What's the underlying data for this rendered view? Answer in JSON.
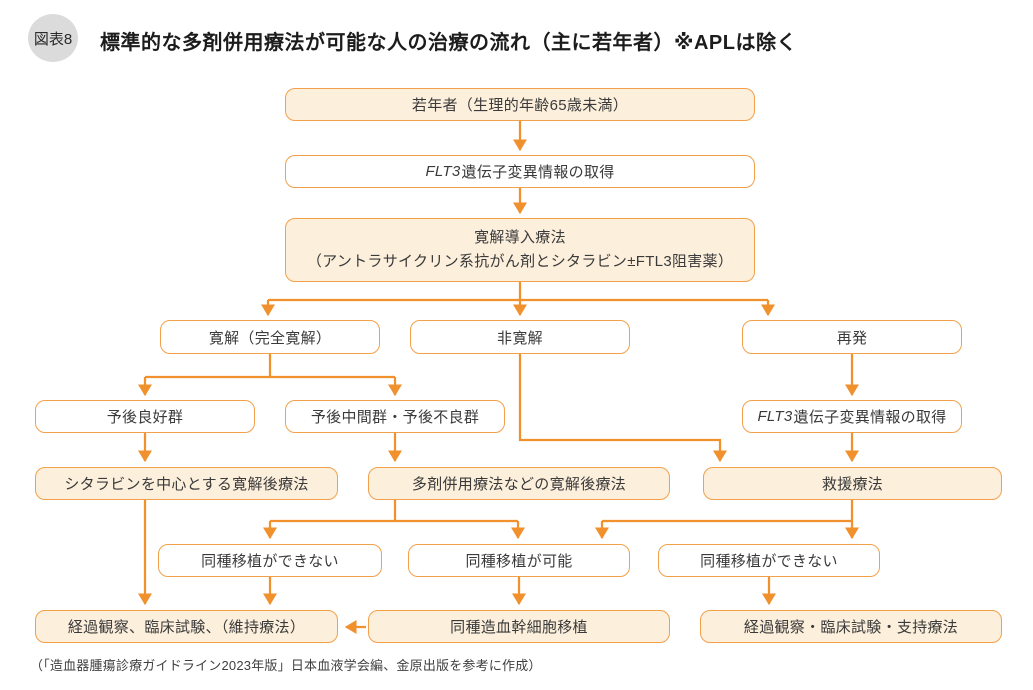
{
  "header": {
    "badge": "図表8",
    "title": "標準的な多剤併用療法が可能な人の治療の流れ（主に若年者）※APLは除く"
  },
  "nodes": {
    "young": {
      "label": "若年者（生理的年齢65歳未満）"
    },
    "flt3_top": {
      "em": "FLT3",
      "rest": "遺伝子変異情報の取得"
    },
    "induction": {
      "line1": "寛解導入療法",
      "line2": "（アントラサイクリン系抗がん剤とシタラビン±FTL3阻害薬）"
    },
    "remission": {
      "label": "寛解（完全寛解）"
    },
    "non_remission": {
      "label": "非寛解"
    },
    "relapse": {
      "label": "再発"
    },
    "good_prognosis": {
      "label": "予後良好群"
    },
    "mid_poor_prognosis": {
      "label": "予後中間群・予後不良群"
    },
    "flt3_relapse": {
      "em": "FLT3",
      "rest": "遺伝子変異情報の取得"
    },
    "cytarabine": {
      "label": "シタラビンを中心とする寛解後療法"
    },
    "multi_combo": {
      "label": "多剤併用療法などの寛解後療法"
    },
    "salvage": {
      "label": "救援療法"
    },
    "no_transplant_left": {
      "label": "同種移植ができない"
    },
    "transplant_possible": {
      "label": "同種移植が可能"
    },
    "no_transplant_right": {
      "label": "同種移植ができない"
    },
    "observation_maintenance": {
      "label": "経過観察、臨床試験、（維持療法）"
    },
    "allo_hsct": {
      "label": "同種造血幹細胞移植"
    },
    "observation_supportive": {
      "label": "経過観察・臨床試験・支持療法"
    }
  },
  "footer": {
    "source": "（「造血器腫瘍診療ガイドライン2023年版」日本血液学会編、金原出版を参考に作成）"
  },
  "colors": {
    "line": "#F0912D",
    "box_border": "#F3A04A",
    "box_fill_cream": "#FCEFDC",
    "box_fill_white": "#FFFFFF",
    "badge_bg": "#DBDBDB",
    "text": "#3A3A3A"
  }
}
